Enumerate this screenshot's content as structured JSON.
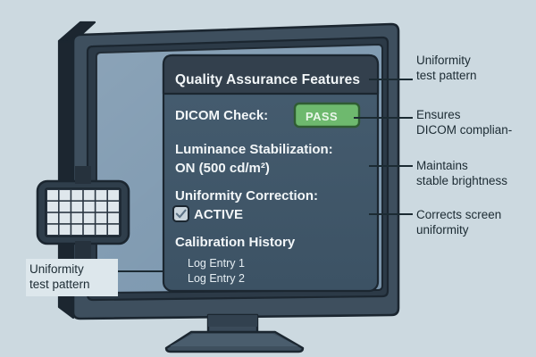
{
  "colors": {
    "background": "#ccd9e0",
    "bezel_front": "#3e4f5e",
    "bezel_dark": "#232f3a",
    "bezel_side": "#1c2630",
    "screen": "#7e99b0",
    "panel_header": "#33404d",
    "panel_body": "#41586a",
    "pass_green": "#6eb96e",
    "pass_border": "#2f5c33",
    "checkbox_fill": "#c8d4dc",
    "outline": "#1b2630",
    "text_light": "#f2f6f8",
    "text_dark": "#1c2b33",
    "callout_bg": "#dde7ec",
    "stand": "#3a4a59",
    "pattern_cell": "#dfe7ec"
  },
  "device": {
    "name": "medical-grade-monitor",
    "test_pattern": {
      "label": "uniformity-test-pattern",
      "columns": 6,
      "rows": 4
    }
  },
  "panel": {
    "title": "Quality Assurance Features",
    "rows": {
      "dicom_label": "DICOM Check:",
      "dicom_status": "PASS",
      "luminance_label": "Luminance Stabilization:",
      "luminance_value": "ON (500 cd/m²)",
      "uniformity_label": "Uniformity Correction:",
      "uniformity_value": "ACTIVE",
      "uniformity_checked": "✓",
      "calibration_label": "Calibration History",
      "log_entries": [
        "Log Entry 1",
        "Log Entry 2"
      ]
    }
  },
  "annotations": {
    "right": [
      {
        "line1": "Uniformity",
        "line2": "test pattern",
        "text": "Uniformity\ntest pattern"
      },
      {
        "line1": "Ensures",
        "line2": "DICOM complian-",
        "text": "Ensures\nDICOM complian-"
      },
      {
        "line1": "Maintains",
        "line2": "stable brightness",
        "text": "Maintains\nstable brightness"
      },
      {
        "line1": "Corrects screen",
        "line2": "uniformity",
        "text": "Corrects screen\nuniformity"
      }
    ],
    "left": {
      "text": "Uniformity\ntest pattern"
    }
  }
}
